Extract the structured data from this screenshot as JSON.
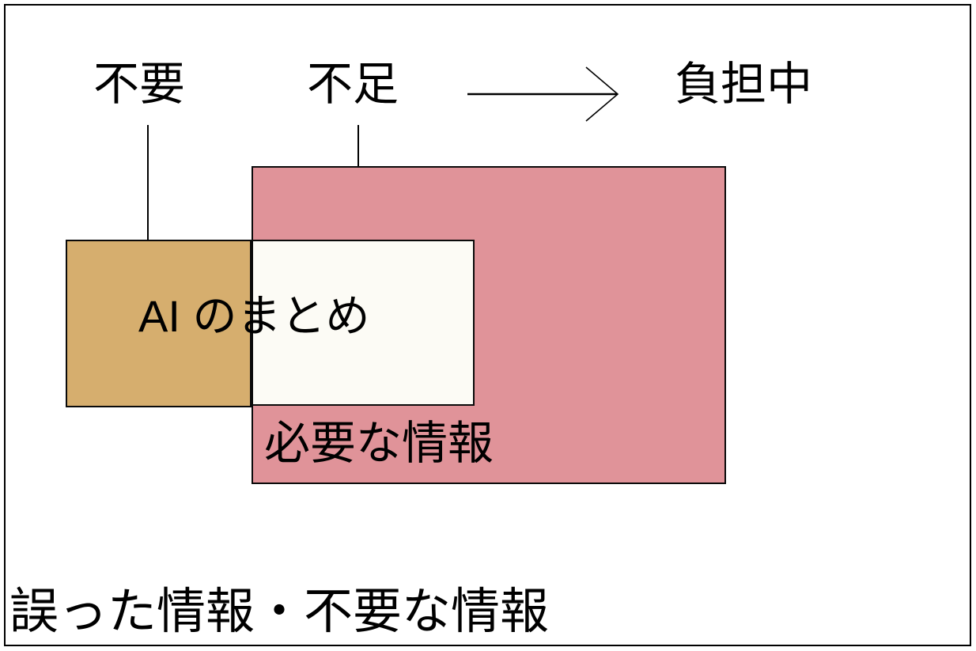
{
  "diagram": {
    "title_labels": {
      "unnecessary": "不要",
      "insufficient": "不足",
      "burdened": "負担中"
    },
    "arrow": {
      "icon": "right-arrow-icon",
      "direction": "right"
    },
    "boxes": {
      "tan": {
        "label": "不要",
        "color": "#D6AE6E"
      },
      "pink": {
        "label": "必要な情報",
        "text": "必要な情報",
        "color": "#E09399"
      },
      "cream": {
        "label": "AI のまとめ",
        "color": "#FCFBF5"
      }
    },
    "overlay_text": {
      "ai_summary": "AI のまとめ",
      "needed_info": "必要な情報"
    },
    "caption": "誤った情報・不要な情報",
    "colors": {
      "tan": "#D6AE6E",
      "pink": "#E09399",
      "cream": "#FCFBF5",
      "outline": "#000000",
      "background": "#FFFFFF"
    }
  }
}
